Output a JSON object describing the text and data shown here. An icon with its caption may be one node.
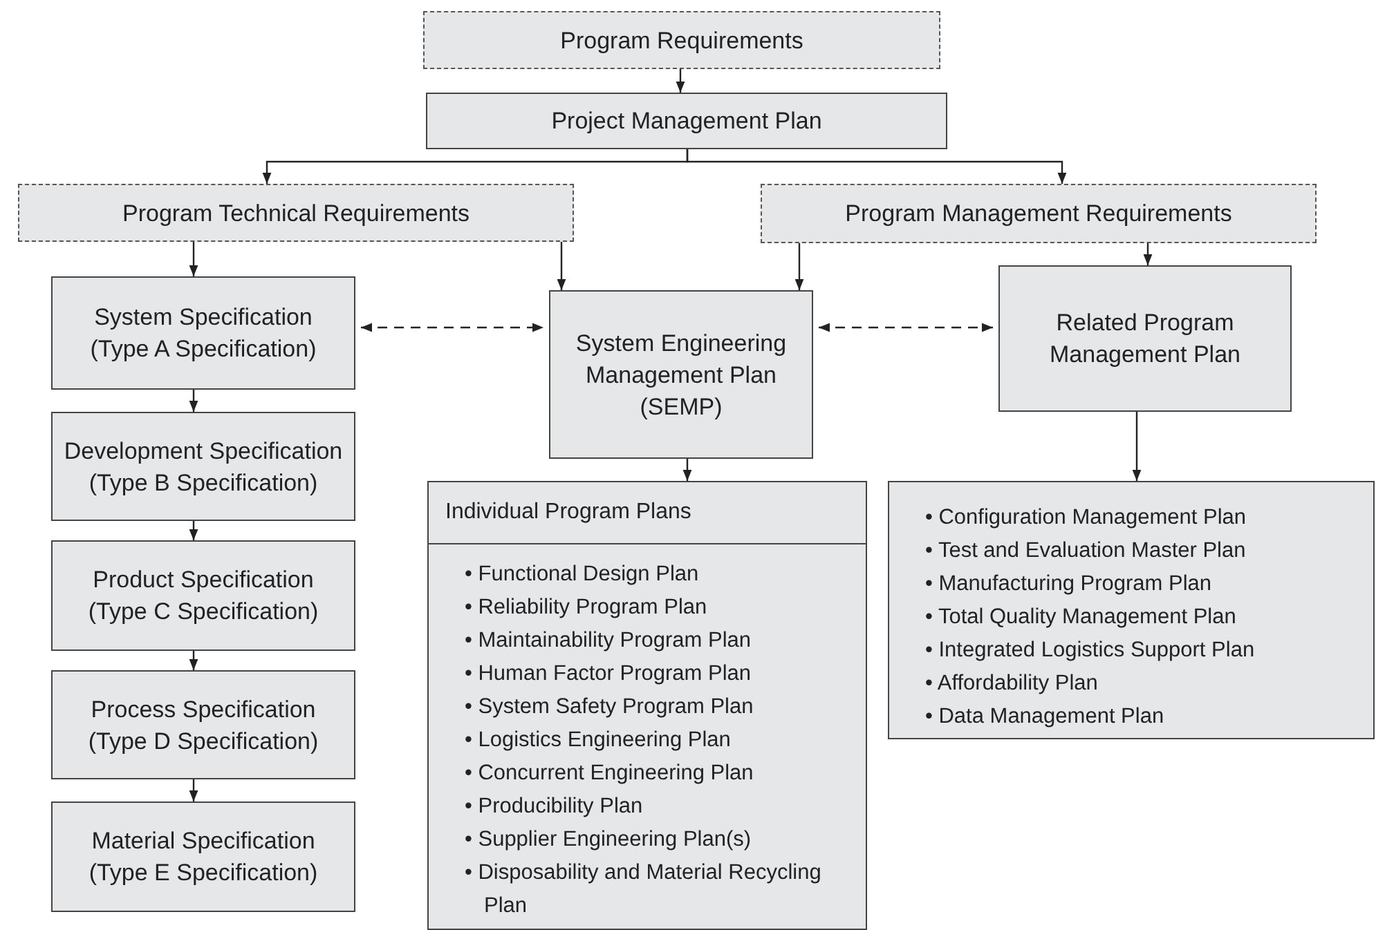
{
  "diagram": {
    "nodes": [
      {
        "text": [
          "Program Requirements"
        ]
      },
      {
        "text": [
          "Project Management Plan"
        ]
      },
      {
        "text": [
          "Program Technical Requirements"
        ]
      },
      {
        "text": [
          "Program Management Requirements"
        ]
      },
      {
        "text": [
          "System Specification (Type A Specification)"
        ]
      },
      {
        "text": [
          "System Engineering Management Plan (SEMP)"
        ]
      },
      {
        "text": [
          "Related Program Management Plan"
        ]
      },
      {
        "text": [
          "Development Specification (Type B Specification)"
        ]
      },
      {
        "text": [
          "Product Specification (Type C Specification)"
        ]
      },
      {
        "text": [
          "Process Specification (Type D Specification)"
        ]
      },
      {
        "text": [
          "Material Specification (Type E Specification)"
        ]
      },
      {
        "text": [
          "Individual Program Plans",
          "• Functional Design Plan",
          "• Reliability Program Plan",
          "• Maintainability Program Plan",
          "• Human Factor Program Plan",
          "• System Safety Program Plan",
          "• Logistics Engineering Plan",
          "• Concurrent Engineering Plan",
          "• Producibility Plan",
          "• Supplier Engineering Plan(s)",
          "• Disposability and Material Recycling Plan"
        ]
      },
      {
        "text": [
          "• Configuration Management Plan",
          "• Test and Evaluation Master Plan",
          "• Manufacturing Program Plan",
          "• Total Quality Management Plan",
          "• Integrated Logistics Support Plan",
          "• Affordability Plan",
          "• Data Management Plan"
        ]
      }
    ],
    "edges": [
      {
        "from": 0,
        "to": 1,
        "arrow": "to"
      },
      {
        "from": 1,
        "to": 2,
        "arrow": "to"
      },
      {
        "from": 1,
        "to": 3,
        "arrow": "to"
      },
      {
        "from": 2,
        "to": 4,
        "arrow": "to"
      },
      {
        "from": 2,
        "to": 5,
        "arrow": "to"
      },
      {
        "from": 3,
        "to": 5,
        "arrow": "to"
      },
      {
        "from": 3,
        "to": 6,
        "arrow": "to"
      },
      {
        "from": 4,
        "to": 5,
        "arrow": "both",
        "style": "dashed"
      },
      {
        "from": 5,
        "to": 6,
        "arrow": "both",
        "style": "dashed"
      },
      {
        "from": 4,
        "to": 7,
        "arrow": "to"
      },
      {
        "from": 7,
        "to": 8,
        "arrow": "to"
      },
      {
        "from": 8,
        "to": 9,
        "arrow": "to"
      },
      {
        "from": 9,
        "to": 10,
        "arrow": "to"
      },
      {
        "from": 5,
        "to": 11,
        "arrow": "to"
      },
      {
        "from": 6,
        "to": 12,
        "arrow": "to"
      }
    ]
  }
}
